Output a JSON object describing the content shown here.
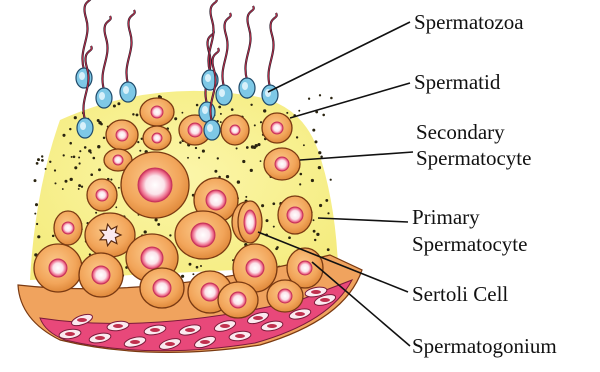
{
  "labels": {
    "spermatozoa": "Spermatozoa",
    "spermatid": "Spermatid",
    "secondary_line1": "Secondary",
    "secondary_line2": "Spermatocyte",
    "primary_line1": "Primary",
    "primary_line2": "Spermatocyte",
    "sertoli": "Sertoli Cell",
    "spermatogonium": "Spermatogonium"
  },
  "colors": {
    "background_fill": "#f6ef7a",
    "dots": "#2a2410",
    "cell_fill": "#f3a85e",
    "cell_outline": "#7a3a12",
    "nucleus": "#fbeef0",
    "nucleus_ring": "#e0476a",
    "basement": "#e8487a",
    "basement_upper": "#f0a85f",
    "spermatid_blue": "#7ec8e6",
    "tail_red": "#b8304a",
    "tail_dark": "#2b2030",
    "leader": "#111111"
  }
}
